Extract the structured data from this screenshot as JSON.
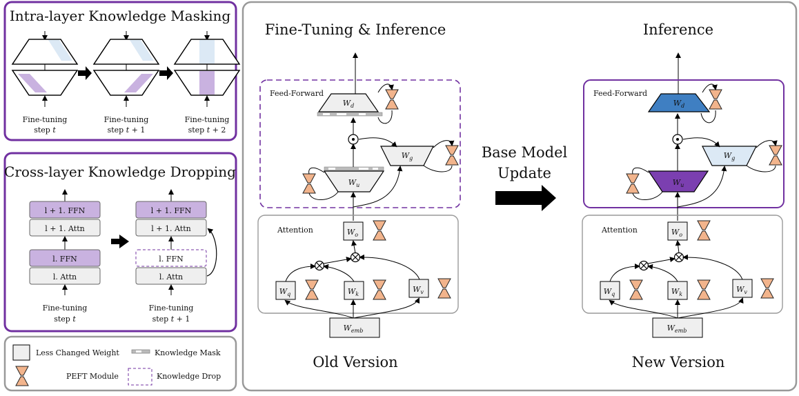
{
  "panels": {
    "intra": {
      "title": "Intra-layer Knowledge Masking",
      "steps": [
        {
          "line1": "Fine-tuning",
          "line2": "step",
          "var": "t",
          "suffix": ""
        },
        {
          "line1": "Fine-tuning",
          "line2": "step",
          "var": "t",
          "suffix": " + 1"
        },
        {
          "line1": "Fine-tuning",
          "line2": "step",
          "var": "t",
          "suffix": " + 2"
        }
      ]
    },
    "cross": {
      "title": "Cross-layer Knowledge Dropping",
      "left_blocks": [
        "l + 1. FFN",
        "l + 1. Attn",
        "l. FFN",
        "l. Attn"
      ],
      "right_blocks": [
        "l + 1. FFN",
        "l + 1. Attn",
        "l. FFN",
        "l. Attn"
      ],
      "steps": [
        {
          "line1": "Fine-tuning",
          "line2": "step",
          "var": "t",
          "suffix": ""
        },
        {
          "line1": "Fine-tuning",
          "line2": "step",
          "var": "t",
          "suffix": " + 1"
        }
      ]
    },
    "legend": {
      "items": [
        "Less Changed Weight",
        "Knowledge Mask",
        "PEFT Module",
        "Knowledge Drop"
      ]
    }
  },
  "main": {
    "left_title": "Fine-Tuning & Inference",
    "right_title": "Inference",
    "left_caption": "Old Version",
    "right_caption": "New Version",
    "arrow_label_1": "Base Model",
    "arrow_label_2": "Update",
    "feed_forward_label": "Feed-Forward",
    "attention_label": "Attention",
    "weights": {
      "d": "W",
      "d_sub": "d",
      "g": "W",
      "g_sub": "g",
      "u": "W",
      "u_sub": "u",
      "o": "W",
      "o_sub": "o",
      "q": "W",
      "q_sub": "q",
      "k": "W",
      "k_sub": "k",
      "v": "W",
      "v_sub": "v",
      "emb": "W",
      "emb_sub": "emb"
    }
  },
  "colors": {
    "purple_border": "#7030a0",
    "purple_fill": "#7b3fb0",
    "light_purple": "#c9b2e0",
    "light_blue": "#dce9f5",
    "blue": "#3f7fc2",
    "peft_orange": "#f2b48c",
    "gray_box": "#efefef"
  }
}
